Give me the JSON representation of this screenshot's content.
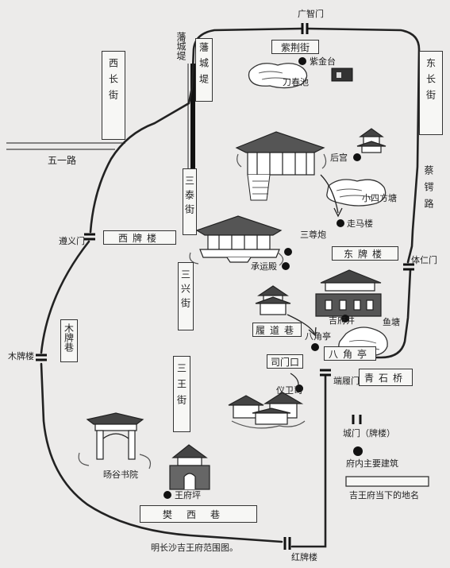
{
  "gates": {
    "guangzhi": "广智门",
    "tiren": "体仁门",
    "zunyi": "遵义门",
    "mupailou": "木牌楼",
    "duanlu": "端履门",
    "hongpailou": "红牌楼"
  },
  "streets": {
    "xi_chang_jie": "西长街",
    "dong_chang_jie": "东长街",
    "cai_e_lu": "蔡锷路",
    "wu_yi_lu": "五一路",
    "fan_cheng_di_outer": "藩城堤",
    "fan_cheng_di_inner": "藩城堤",
    "zi_jing_jie": "紫荆街",
    "san_tai_jie": "三泰街",
    "xi_pai_lou": "西牌楼",
    "san_xing_jie": "三兴街",
    "dong_pai_lou": "东牌楼",
    "mu_pai_xiang": "木牌巷",
    "lv_dao_xiang": "履道巷",
    "ba_jiao_ting_road": "八角亭",
    "si_men_kou": "司门口",
    "qing_shi_qiao": "青石桥",
    "san_wang_jie": "三王街",
    "fan_xi_xiang": "樊西巷"
  },
  "sites": {
    "zijintai": "紫金台",
    "daochunchi": "刀春池",
    "hougong": "后宫",
    "xiaosifangtang": "小四方塘",
    "zoumalou": "走马楼",
    "sanzunpao": "三尊炮",
    "chengyundian": "承运殿",
    "jifujing": "吉府井",
    "yutang": "鱼塘",
    "bajiaoting": "八角亭",
    "yiweisi": "仪卫司",
    "yanggushuyuan": "旸谷书院",
    "wangfuping": "王府坪"
  },
  "legend": {
    "gate": "城门（牌楼）",
    "building": "府内主要建筑",
    "placename": "吉王府当下的地名"
  },
  "caption": "明长沙吉王府范围图。"
}
